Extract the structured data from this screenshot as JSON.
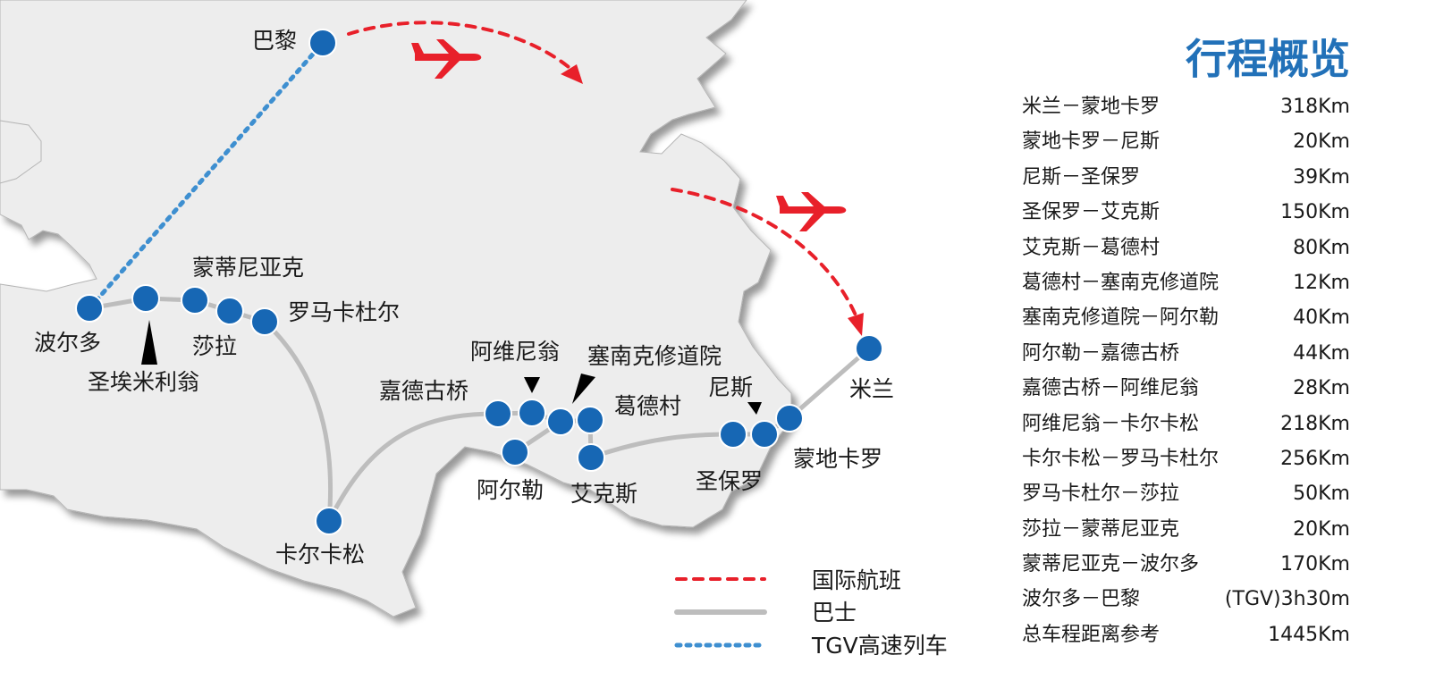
{
  "title": "行程概览",
  "colors": {
    "flight": "#e8202a",
    "bus": "#bdbdbd",
    "tgv": "#3e8fd0",
    "city": "#1767b4",
    "land": "#ededed",
    "title": "#2271b8"
  },
  "cities": {
    "paris": "巴黎",
    "bordeaux": "波尔多",
    "saint_emilion": "圣埃米利翁",
    "montignac": "蒙蒂尼亚克",
    "sarlat": "莎拉",
    "rocamadour": "罗马卡杜尔",
    "carcassonne": "卡尔卡松",
    "pont_du_gard": "嘉德古桥",
    "avignon": "阿维尼翁",
    "senanque": "塞南克修道院",
    "gordes": "葛德村",
    "arles": "阿尔勒",
    "aix": "艾克斯",
    "saint_paul": "圣保罗",
    "nice": "尼斯",
    "monaco": "蒙地卡罗",
    "milan": "米兰"
  },
  "legend": [
    {
      "label": "国际航班",
      "icon": "dashed-red-line"
    },
    {
      "label": "巴士",
      "icon": "solid-gray-line"
    },
    {
      "label": "TGV高速列车",
      "icon": "dotted-blue-line"
    }
  ],
  "legs": [
    {
      "name": "米兰－蒙地卡罗",
      "distance": "318Km"
    },
    {
      "name": "蒙地卡罗－尼斯",
      "distance": "20Km"
    },
    {
      "name": "尼斯－圣保罗",
      "distance": "39Km"
    },
    {
      "name": "圣保罗－艾克斯",
      "distance": "150Km"
    },
    {
      "name": "艾克斯－葛德村",
      "distance": "80Km"
    },
    {
      "name": "葛德村－塞南克修道院",
      "distance": "12Km"
    },
    {
      "name": "塞南克修道院－阿尔勒",
      "distance": "40Km"
    },
    {
      "name": "阿尔勒－嘉德古桥",
      "distance": "44Km"
    },
    {
      "name": "嘉德古桥－阿维尼翁",
      "distance": "28Km"
    },
    {
      "name": "阿维尼翁－卡尔卡松",
      "distance": "218Km"
    },
    {
      "name": "卡尔卡松－罗马卡杜尔",
      "distance": "256Km"
    },
    {
      "name": "罗马卡杜尔－莎拉",
      "distance": "50Km"
    },
    {
      "name": "莎拉－蒙蒂尼亚克",
      "distance": "20Km"
    },
    {
      "name": "蒙蒂尼亚克－波尔多",
      "distance": "170Km"
    },
    {
      "name": "波尔多－巴黎",
      "distance": "(TGV)3h30m"
    },
    {
      "name": "总车程距离参考",
      "distance": "1445Km"
    }
  ]
}
